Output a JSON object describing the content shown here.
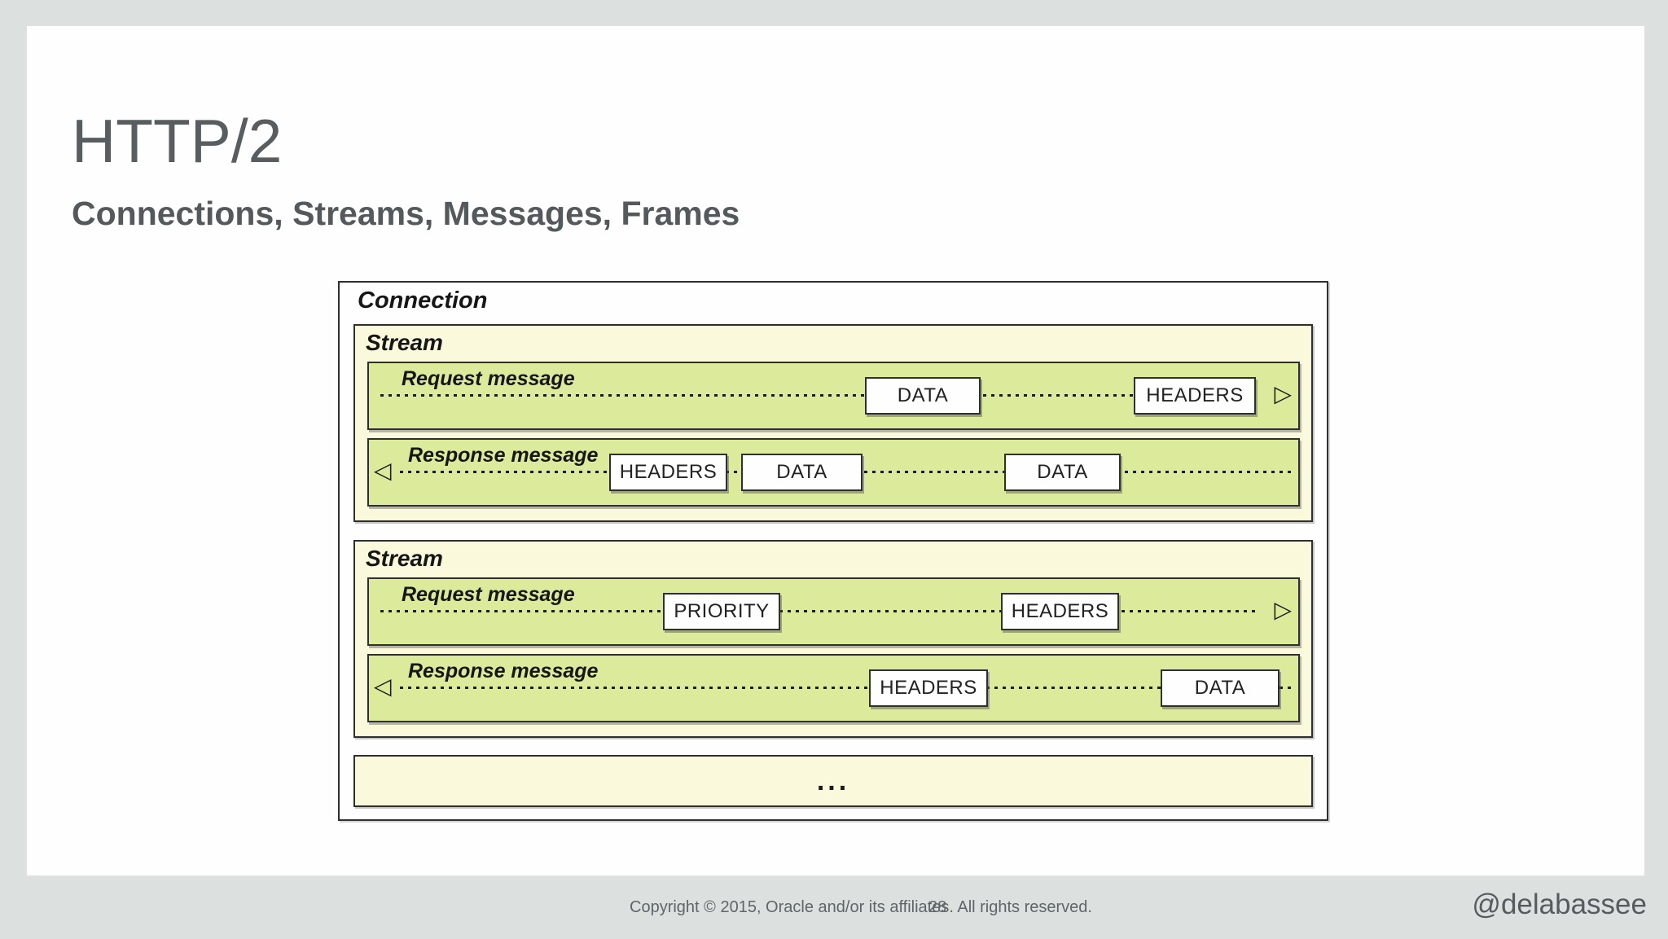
{
  "slide": {
    "title": "HTTP/2",
    "subtitle": "Connections, Streams, Messages, Frames"
  },
  "diagram": {
    "connection_label": "Connection",
    "streams": [
      {
        "label": "Stream",
        "request": {
          "label": "Request message",
          "direction": "right",
          "frames": [
            "DATA",
            "HEADERS"
          ]
        },
        "response": {
          "label": "Response message",
          "direction": "left",
          "frames": [
            "HEADERS",
            "DATA",
            "DATA"
          ]
        }
      },
      {
        "label": "Stream",
        "request": {
          "label": "Request message",
          "direction": "right",
          "frames": [
            "PRIORITY",
            "HEADERS"
          ]
        },
        "response": {
          "label": "Response message",
          "direction": "left",
          "frames": [
            "HEADERS",
            "DATA"
          ]
        }
      }
    ],
    "more_streams_label": "...",
    "arrows": {
      "right_glyph": "▷",
      "left_glyph": "◁"
    },
    "colors": {
      "page_background": "#dce1df",
      "slide_background": "#fdfefd",
      "stream_fill": "#faf9db",
      "message_fill": "#dcea9c",
      "frame_fill": "#fefefe",
      "border": "#2f2f2f",
      "title_text": "#585d60"
    }
  },
  "footer": {
    "copyright": "Copyright © 2015, Oracle and/or its affiliates. All rights reserved.",
    "page_number": "28",
    "handle": "@delabassee"
  }
}
